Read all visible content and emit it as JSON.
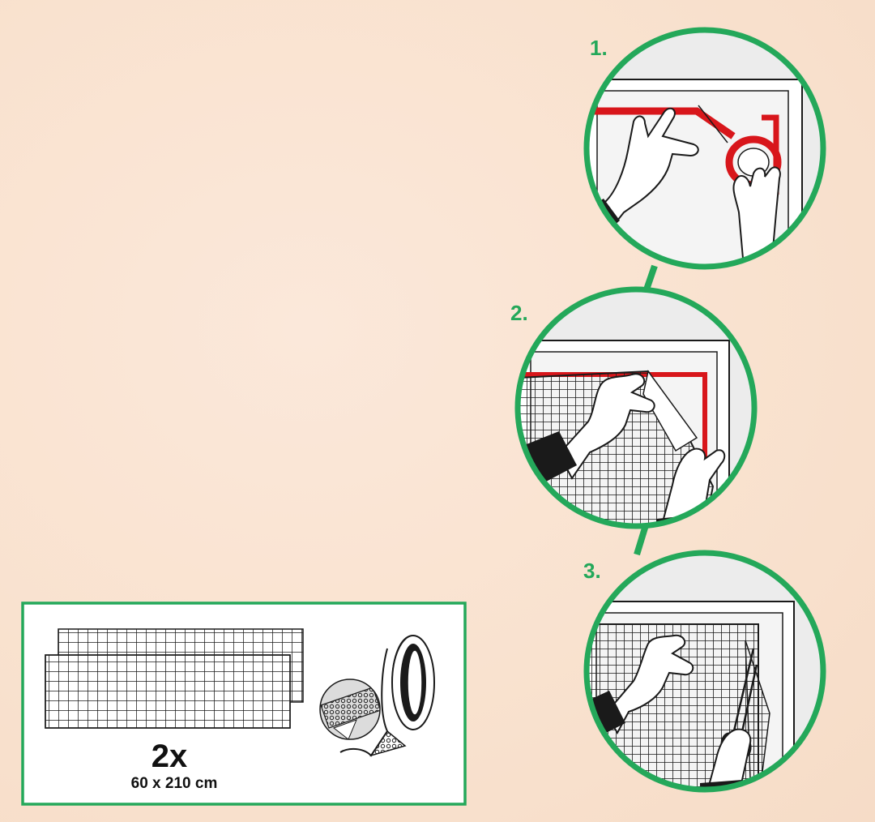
{
  "steps": [
    {
      "number": "1."
    },
    {
      "number": "2."
    },
    {
      "number": "3."
    }
  ],
  "package": {
    "count": "2x",
    "size": "60 x 210 cm"
  },
  "colors": {
    "accent_green": "#24a85a",
    "tape_red": "#d8161b",
    "background": "#f9e3d0",
    "line_black": "#1a1a1a"
  },
  "icons": {
    "mesh": "insect-screen-mesh-icon",
    "tape": "double-sided-tape-roll-icon",
    "hand": "hand-icon",
    "scissors": "scissors-icon"
  }
}
